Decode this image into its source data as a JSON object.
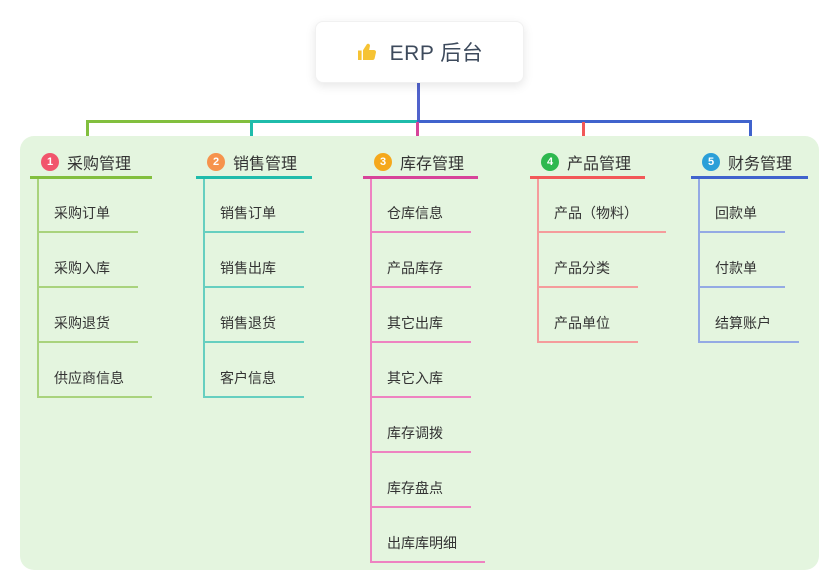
{
  "root": {
    "title": "ERP 后台",
    "icon": "thumbs-up-icon"
  },
  "branches": [
    {
      "badge": "1",
      "label": "采购管理",
      "badge_color": "#f1556c",
      "line_color": "#82bf3e",
      "item_line_color": "#a9d37d",
      "items": [
        "采购订单",
        "采购入库",
        "采购退货",
        "供应商信息"
      ]
    },
    {
      "badge": "2",
      "label": "销售管理",
      "badge_color": "#f6934d",
      "line_color": "#1fbcab",
      "item_line_color": "#66cfc0",
      "items": [
        "销售订单",
        "销售出库",
        "销售退货",
        "客户信息"
      ]
    },
    {
      "badge": "3",
      "label": "库存管理",
      "badge_color": "#f5a81c",
      "line_color": "#d7449a",
      "item_line_color": "#ee83c1",
      "items": [
        "仓库信息",
        "产品库存",
        "其它出库",
        "其它入库",
        "库存调拨",
        "库存盘点",
        "出库库明细"
      ]
    },
    {
      "badge": "4",
      "label": "产品管理",
      "badge_color": "#2eb84f",
      "line_color": "#f25858",
      "item_line_color": "#f59c9c",
      "items": [
        "产品（物料）",
        "产品分类",
        "产品单位"
      ]
    },
    {
      "badge": "5",
      "label": "财务管理",
      "badge_color": "#2a9fd8",
      "line_color": "#4063cd",
      "item_line_color": "#94aae4",
      "items": [
        "回款单",
        "付款单",
        "结算账户"
      ]
    }
  ],
  "colors": {
    "root_connector": "#5163cc",
    "panel_bg": "#e4f5df",
    "canvas_bg": "#ffffff",
    "text": "#333333"
  }
}
